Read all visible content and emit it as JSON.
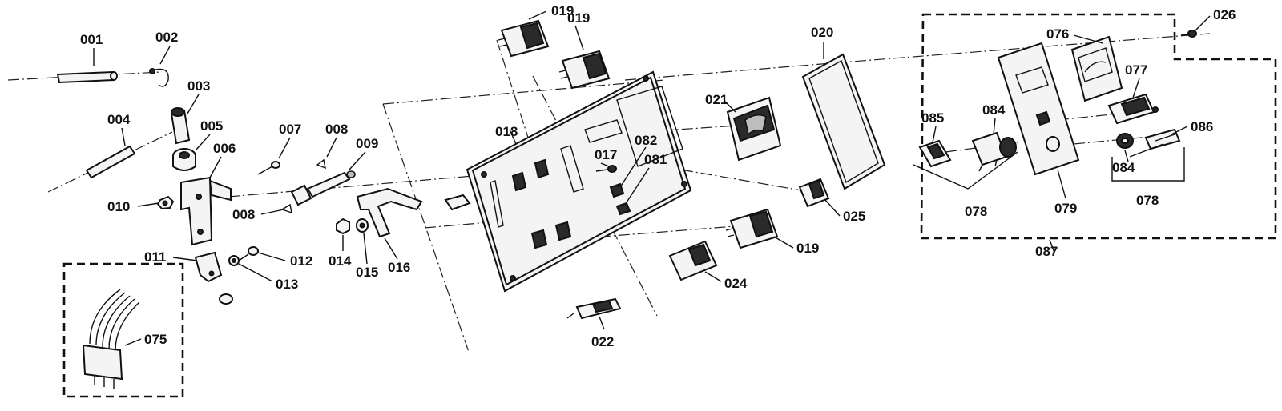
{
  "parts": {
    "p001": "001",
    "p002": "002",
    "p003": "003",
    "p004": "004",
    "p005": "005",
    "p006": "006",
    "p007": "007",
    "p008a": "008",
    "p008b": "008",
    "p009": "009",
    "p010": "010",
    "p011": "011",
    "p012": "012",
    "p013": "013",
    "p014": "014",
    "p015": "015",
    "p016": "016",
    "p017": "017",
    "p018": "018",
    "p019a": "019",
    "p019b": "019",
    "p019c": "019",
    "p020": "020",
    "p021": "021",
    "p022": "022",
    "p024": "024",
    "p025": "025",
    "p026": "026",
    "p075": "075",
    "p076": "076",
    "p077": "077",
    "p078a": "078",
    "p078b": "078",
    "p079": "079",
    "p081": "081",
    "p082": "082",
    "p084a": "084",
    "p084b": "084",
    "p085": "085",
    "p086": "086",
    "p087": "087"
  },
  "colors": {
    "line": "#111111",
    "fill": "#f4f4f4",
    "shade": "#2a2a2a",
    "background": "#ffffff"
  }
}
